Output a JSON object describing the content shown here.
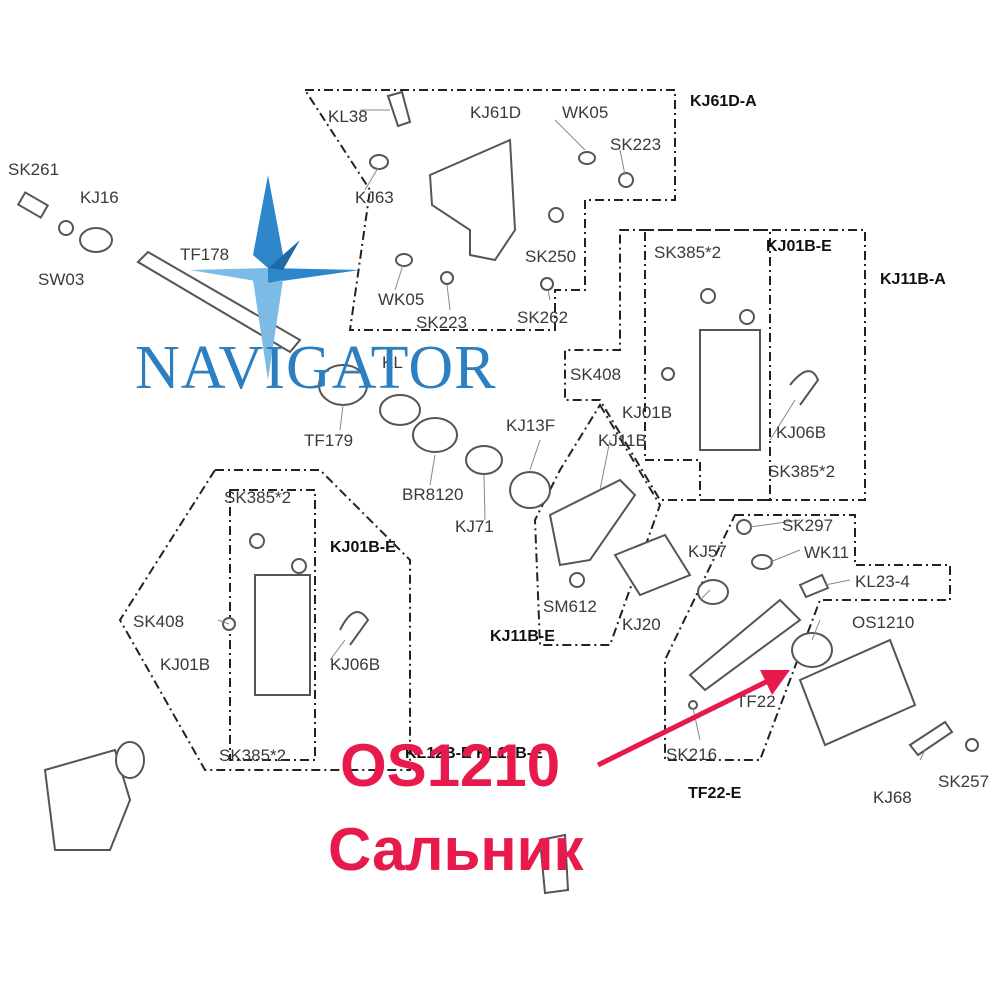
{
  "logo": {
    "text": "NAVIGATOR"
  },
  "callout": {
    "code": "OS1210",
    "description": "Сальник",
    "color": "#e8194b"
  },
  "group_labels": {
    "kj61d_a": "KJ61D-A",
    "kj01b_e_top": "KJ01B-E",
    "kj11b_a": "KJ11B-A",
    "kj01b_e_left": "KJ01B-E",
    "kj11b_e": "KJ11B-E",
    "tf22_e": "TF22-E",
    "kl12b_e": "KL12B-E KL12B-E"
  },
  "parts": {
    "sk261": "SK261",
    "kj16": "KJ16",
    "sw03": "SW03",
    "tf178": "TF178",
    "kl38": "KL38",
    "kj61d": "KJ61D",
    "wk05_top": "WK05",
    "sk223_top": "SK223",
    "kj63": "KJ63",
    "sk250": "SK250",
    "wk05_bot": "WK05",
    "sk223_bot": "SK223",
    "sk262": "SK262",
    "sk385_a": "SK385*2",
    "sk408_top": "SK408",
    "kj01b_top": "KJ01B",
    "kj06b_top": "KJ06B",
    "sk385_b": "SK385*2",
    "tf179": "TF179",
    "br8120": "BR8120",
    "kj71": "KJ71",
    "kj13f": "KJ13F",
    "kj11b": "KJ11B",
    "sm612": "SM612",
    "kj20": "KJ20",
    "kj57": "KJ57",
    "sk297": "SK297",
    "wk11": "WK11",
    "kl23_4": "KL23-4",
    "os1210": "OS1210",
    "tf22": "TF22",
    "sk216": "SK216",
    "kj68": "KJ68",
    "sk257": "SK257",
    "sk385_c": "SK385*2",
    "sk408_left": "SK408",
    "kj01b_left": "KJ01B",
    "kj06b_left": "KJ06B",
    "sk385_d": "SK385*2",
    "kl_partial": "KL"
  }
}
